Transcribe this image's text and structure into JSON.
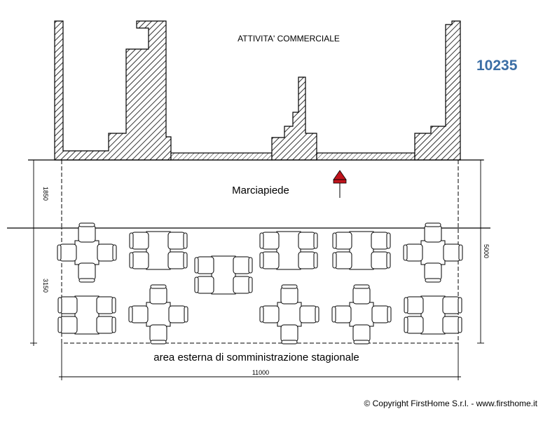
{
  "labels": {
    "building": "ATTIVITA' COMMERCIALE",
    "sidewalk": "Marciapiede",
    "outdoor_area": "area esterna di somministrazione stagionale"
  },
  "dimensions": {
    "sidewalk_depth": "1850",
    "outdoor_depth": "3150",
    "total_depth": "5000",
    "total_width": "11000"
  },
  "reference_code": "10235",
  "copyright": "© Copyright FirstHome S.r.l. - www.firsthome.it",
  "colors": {
    "code": "#3b6ea5",
    "entrance_arrow": "#c0141c",
    "lines": "#000000"
  }
}
